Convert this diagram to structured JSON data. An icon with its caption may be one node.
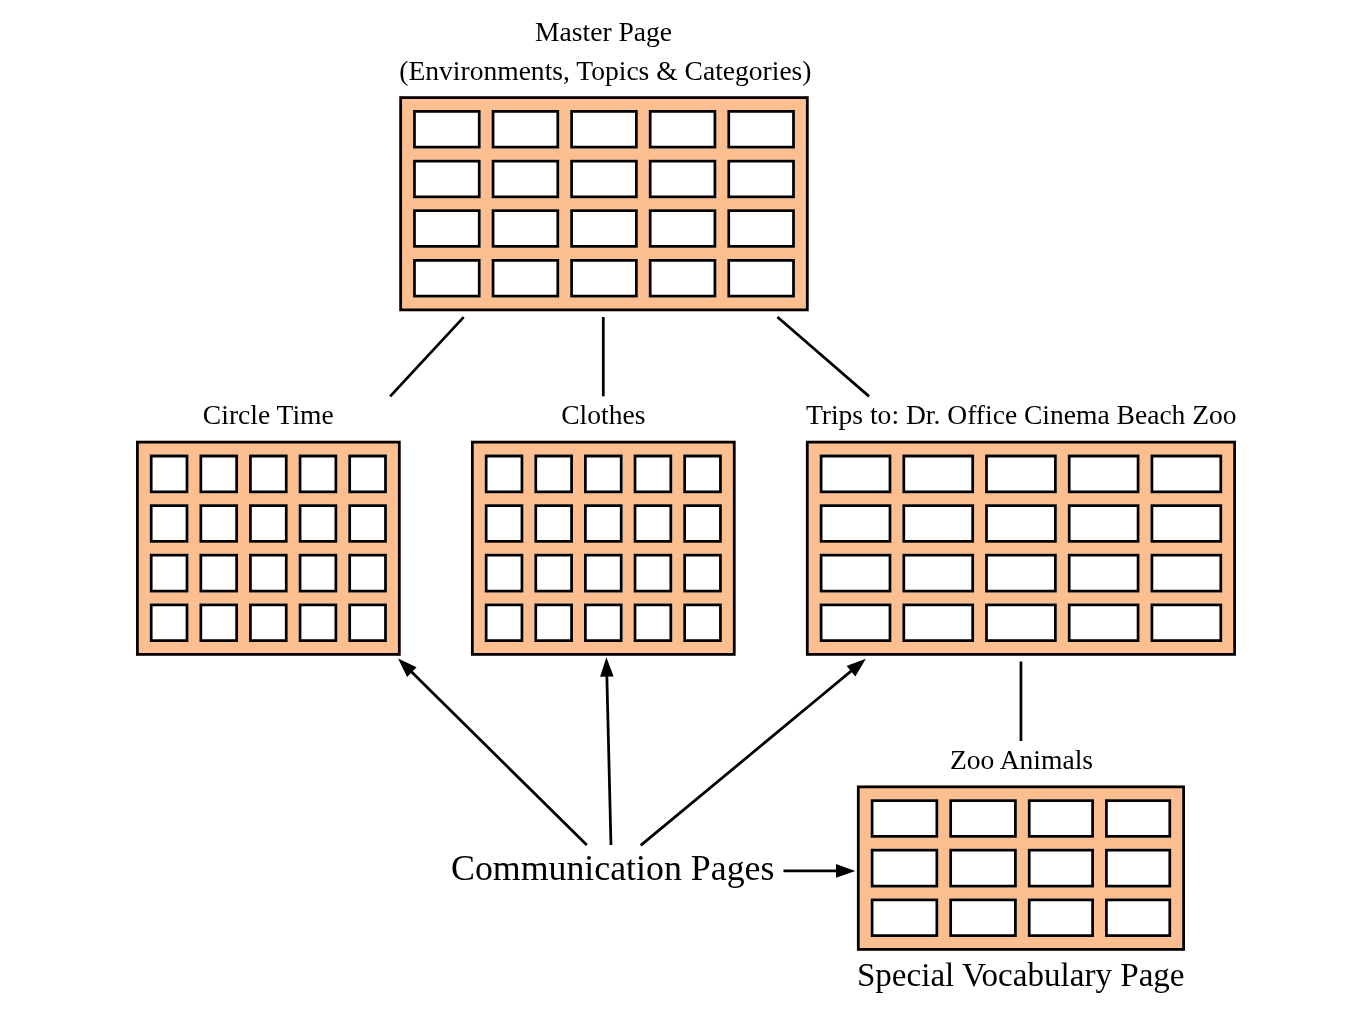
{
  "diagram": {
    "nodes": [
      {
        "text": [
          "Master Page",
          "(Environments, Topics & Categories)"
        ]
      },
      {
        "text": [
          "Circle Time"
        ]
      },
      {
        "text": [
          "Clothes"
        ]
      },
      {
        "text": [
          "Trips to: Dr. Office Cinema Beach Zoo"
        ]
      },
      {
        "text": [
          "Zoo Animals"
        ],
        "beside": [
          "Special Vocabulary Page"
        ]
      },
      {
        "text": [
          "Communication Pages"
        ]
      }
    ],
    "edges": [
      {
        "from": 0,
        "to": 1,
        "arrow": "none"
      },
      {
        "from": 0,
        "to": 2,
        "arrow": "none"
      },
      {
        "from": 0,
        "to": 3,
        "arrow": "none"
      },
      {
        "from": 3,
        "to": 4,
        "arrow": "none"
      },
      {
        "from": 5,
        "to": 1,
        "arrow": "to"
      },
      {
        "from": 5,
        "to": 2,
        "arrow": "to"
      },
      {
        "from": 5,
        "to": 3,
        "arrow": "to"
      },
      {
        "from": 5,
        "to": 4,
        "arrow": "to"
      }
    ]
  }
}
